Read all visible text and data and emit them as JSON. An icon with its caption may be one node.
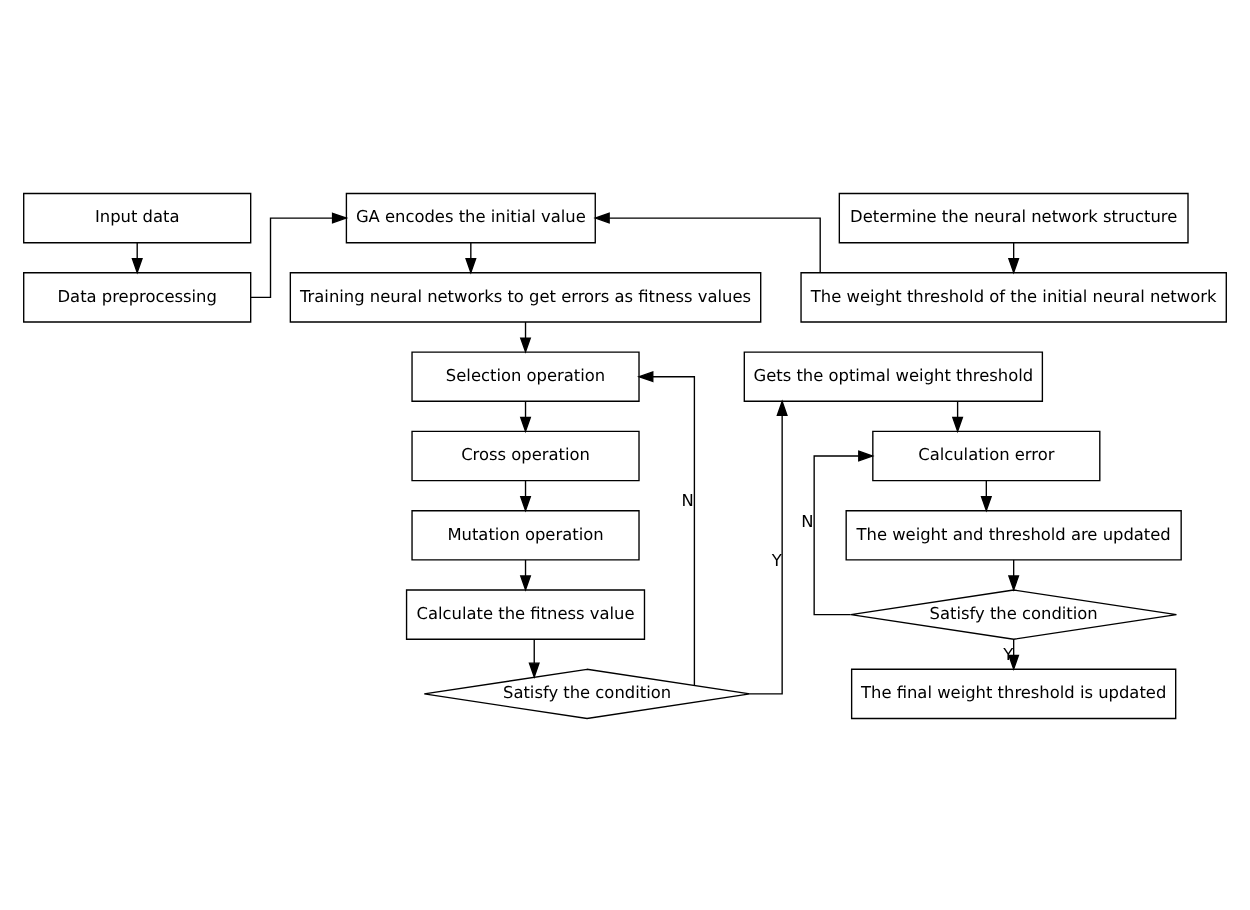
{
  "diagram": {
    "nodes": [
      {
        "text": [
          "Input data"
        ]
      },
      {
        "text": [
          "Data preprocessing"
        ]
      },
      {
        "text": [
          "GA encodes the initial value"
        ]
      },
      {
        "text": [
          "Training neural networks to get errors as fitness values"
        ]
      },
      {
        "text": [
          "Selection operation"
        ]
      },
      {
        "text": [
          "Cross operation"
        ]
      },
      {
        "text": [
          "Mutation operation"
        ]
      },
      {
        "text": [
          "Calculate the fitness value"
        ]
      },
      {
        "text": [
          "Satisfy the condition"
        ]
      },
      {
        "text": [
          "Determine the neural network structure"
        ]
      },
      {
        "text": [
          "The weight threshold of the initial neural network"
        ]
      },
      {
        "text": [
          "Gets the optimal weight threshold"
        ]
      },
      {
        "text": [
          "Calculation error"
        ]
      },
      {
        "text": [
          "The weight and threshold are updated"
        ]
      },
      {
        "text": [
          "Satisfy the condition"
        ]
      },
      {
        "text": [
          "The final weight threshold is updated"
        ]
      }
    ],
    "edges": [
      {
        "from": 0,
        "to": 1,
        "arrow": "to"
      },
      {
        "from": 1,
        "to": 2,
        "arrow": "to"
      },
      {
        "from": 2,
        "to": 3,
        "arrow": "to"
      },
      {
        "from": 3,
        "to": 4,
        "arrow": "to"
      },
      {
        "from": 4,
        "to": 5,
        "arrow": "to"
      },
      {
        "from": 5,
        "to": 6,
        "arrow": "to"
      },
      {
        "from": 6,
        "to": 7,
        "arrow": "to"
      },
      {
        "from": 7,
        "to": 8,
        "arrow": "to"
      },
      {
        "from": 8,
        "to": 4,
        "arrow": "to",
        "label": "N"
      },
      {
        "from": 8,
        "to": 11,
        "arrow": "to",
        "label": "Y"
      },
      {
        "from": 9,
        "to": 10,
        "arrow": "to"
      },
      {
        "from": 10,
        "to": 2,
        "arrow": "to"
      },
      {
        "from": 11,
        "to": 12,
        "arrow": "to"
      },
      {
        "from": 12,
        "to": 13,
        "arrow": "to"
      },
      {
        "from": 13,
        "to": 14,
        "arrow": "to"
      },
      {
        "from": 14,
        "to": 12,
        "arrow": "to",
        "label": "N"
      },
      {
        "from": 14,
        "to": 15,
        "arrow": "to",
        "label": "Y"
      }
    ]
  }
}
